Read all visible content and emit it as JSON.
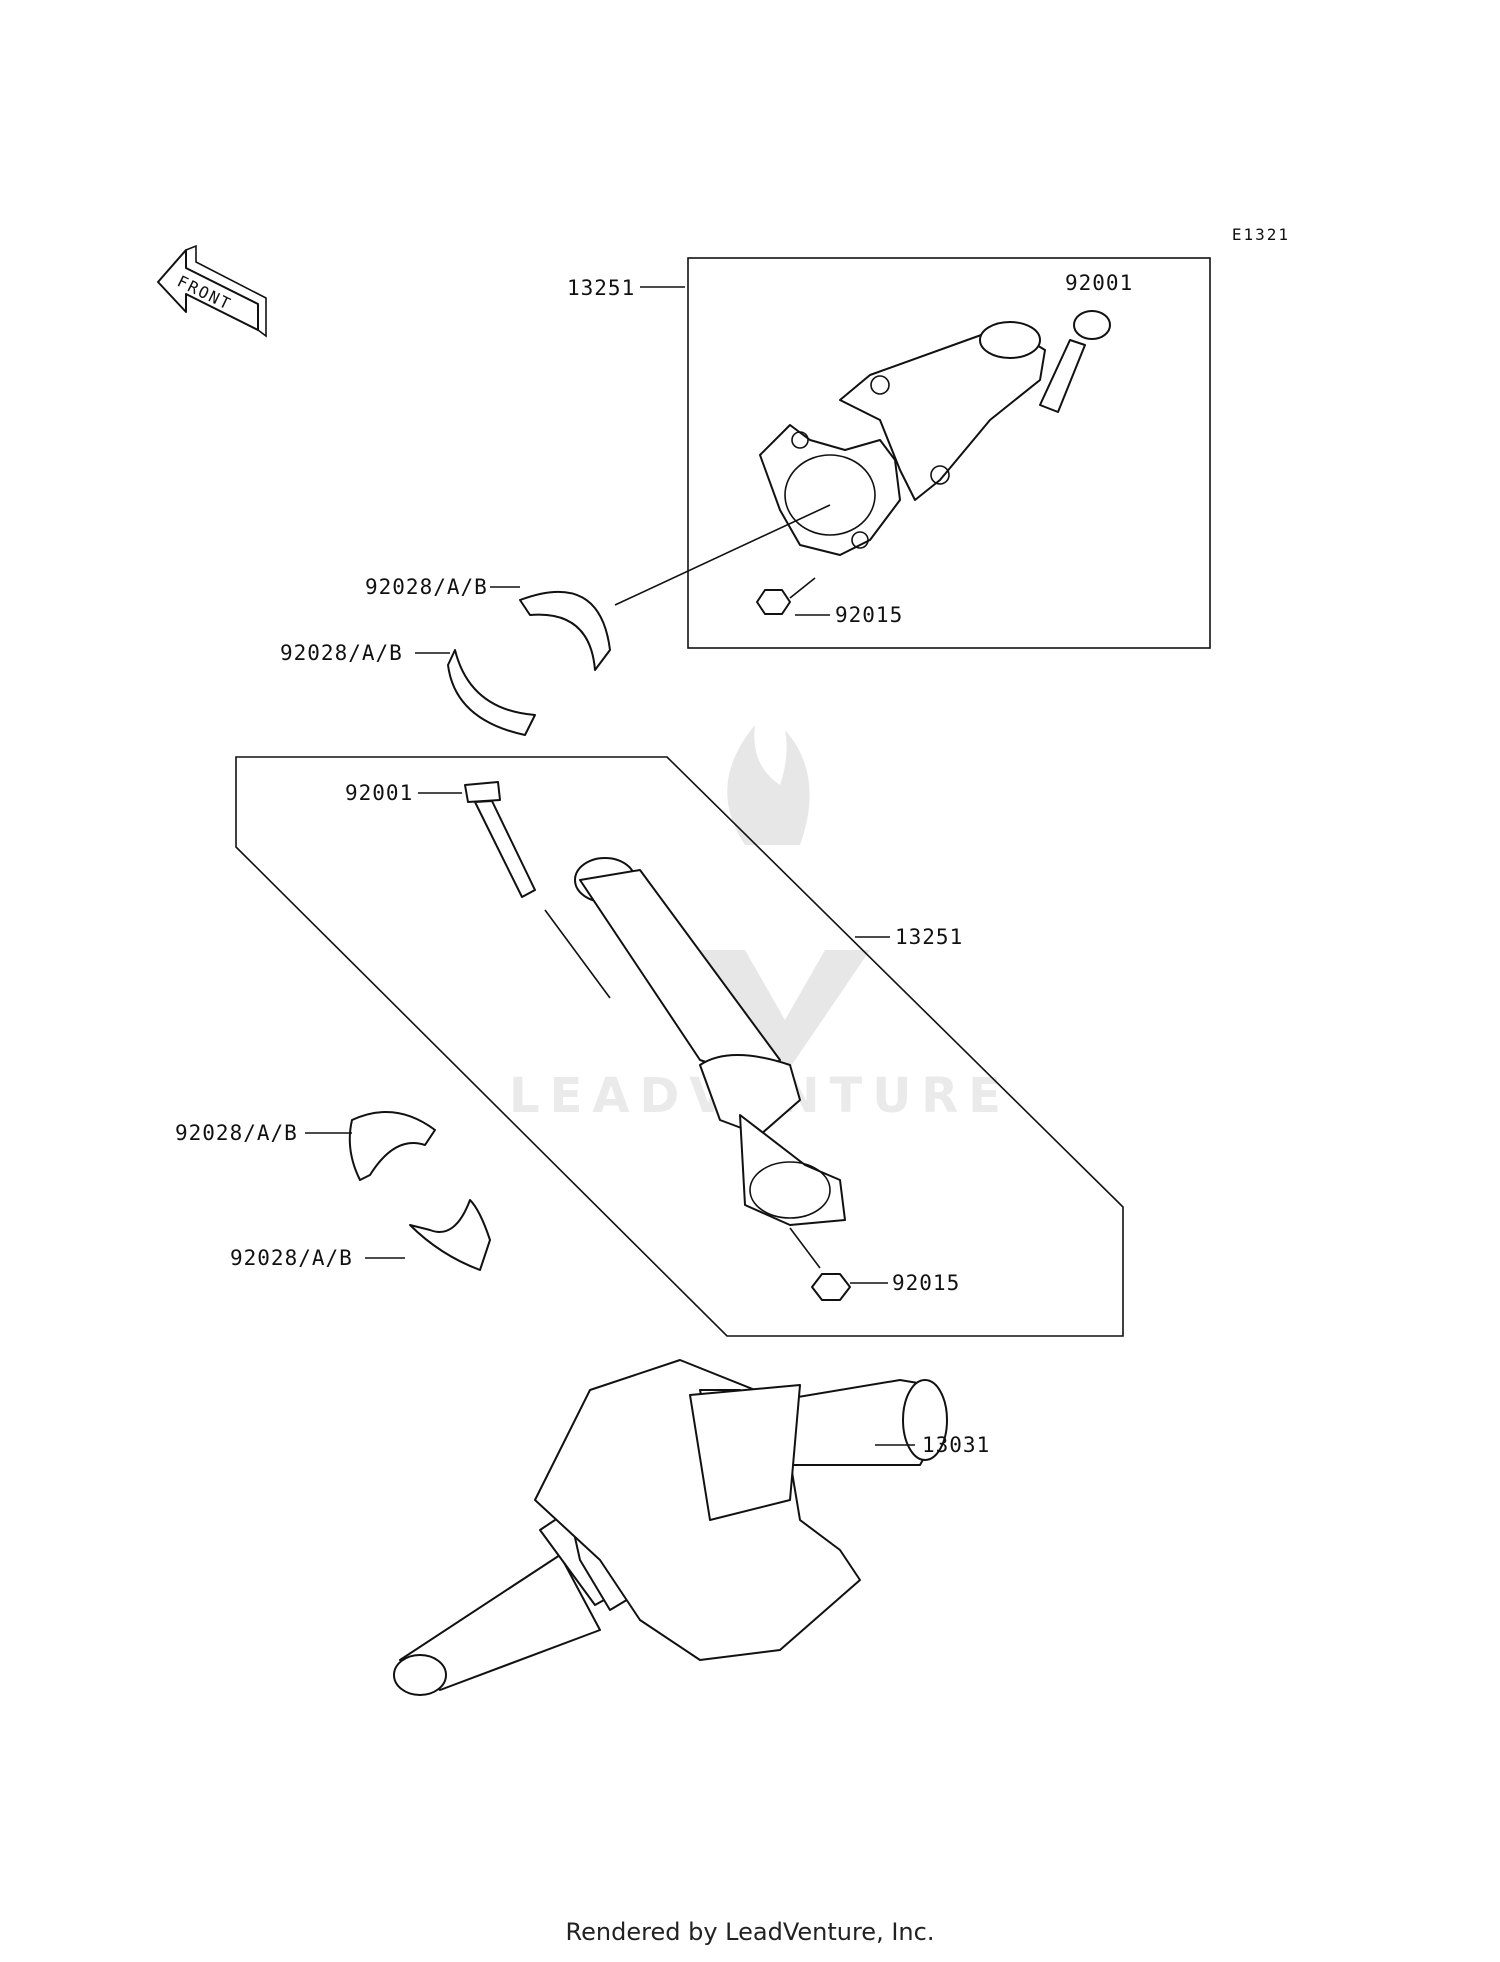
{
  "diagram_code": "E1321",
  "front_label": "FRONT",
  "watermark": "LEADVENTURE",
  "footer": "Rendered by LeadVenture, Inc.",
  "callouts": {
    "rod_upper": "13251",
    "bolt_upper": "92001",
    "bearing_upper_a": "92028/A/B",
    "bearing_upper_b": "92028/A/B",
    "nut_upper": "92015",
    "bolt_lower": "92001",
    "rod_lower": "13251",
    "bearing_lower_a": "92028/A/B",
    "bearing_lower_b": "92028/A/B",
    "nut_lower": "92015",
    "crankshaft": "13031"
  }
}
